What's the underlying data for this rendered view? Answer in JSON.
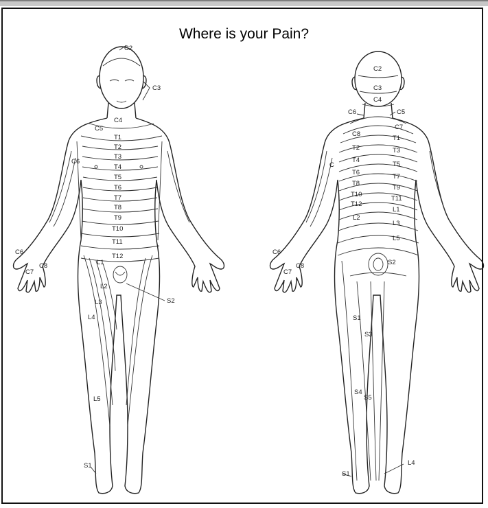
{
  "title": "Where is your Pain?",
  "front_labels": [
    {
      "text": "C2"
    },
    {
      "text": "C3"
    },
    {
      "text": "C4"
    },
    {
      "text": "C5"
    },
    {
      "text": "C6"
    },
    {
      "text": "T1"
    },
    {
      "text": "T2"
    },
    {
      "text": "T3"
    },
    {
      "text": "T4"
    },
    {
      "text": "T5"
    },
    {
      "text": "T6"
    },
    {
      "text": "T7"
    },
    {
      "text": "T8"
    },
    {
      "text": "T9"
    },
    {
      "text": "T10"
    },
    {
      "text": "T11"
    },
    {
      "text": "T12"
    },
    {
      "text": "L1"
    },
    {
      "text": "L2"
    },
    {
      "text": "L3"
    },
    {
      "text": "L4"
    },
    {
      "text": "L5"
    },
    {
      "text": "S1"
    },
    {
      "text": "S2"
    },
    {
      "text": "C6"
    },
    {
      "text": "C7"
    },
    {
      "text": "C8"
    }
  ],
  "back_labels": [
    {
      "text": "C2"
    },
    {
      "text": "C3"
    },
    {
      "text": "C4"
    },
    {
      "text": "C5"
    },
    {
      "text": "C6"
    },
    {
      "text": "C7"
    },
    {
      "text": "C8"
    },
    {
      "text": "T1"
    },
    {
      "text": "T2"
    },
    {
      "text": "T3"
    },
    {
      "text": "T4"
    },
    {
      "text": "T5"
    },
    {
      "text": "T6"
    },
    {
      "text": "T7"
    },
    {
      "text": "T8"
    },
    {
      "text": "T9"
    },
    {
      "text": "T10"
    },
    {
      "text": "T11"
    },
    {
      "text": "T12"
    },
    {
      "text": "L1"
    },
    {
      "text": "L2"
    },
    {
      "text": "L3"
    },
    {
      "text": "L4"
    },
    {
      "text": "L5"
    },
    {
      "text": "S1"
    },
    {
      "text": "S2"
    },
    {
      "text": "S3"
    },
    {
      "text": "S4"
    },
    {
      "text": "S5"
    },
    {
      "text": "C6"
    },
    {
      "text": "C7"
    },
    {
      "text": "C8"
    }
  ]
}
